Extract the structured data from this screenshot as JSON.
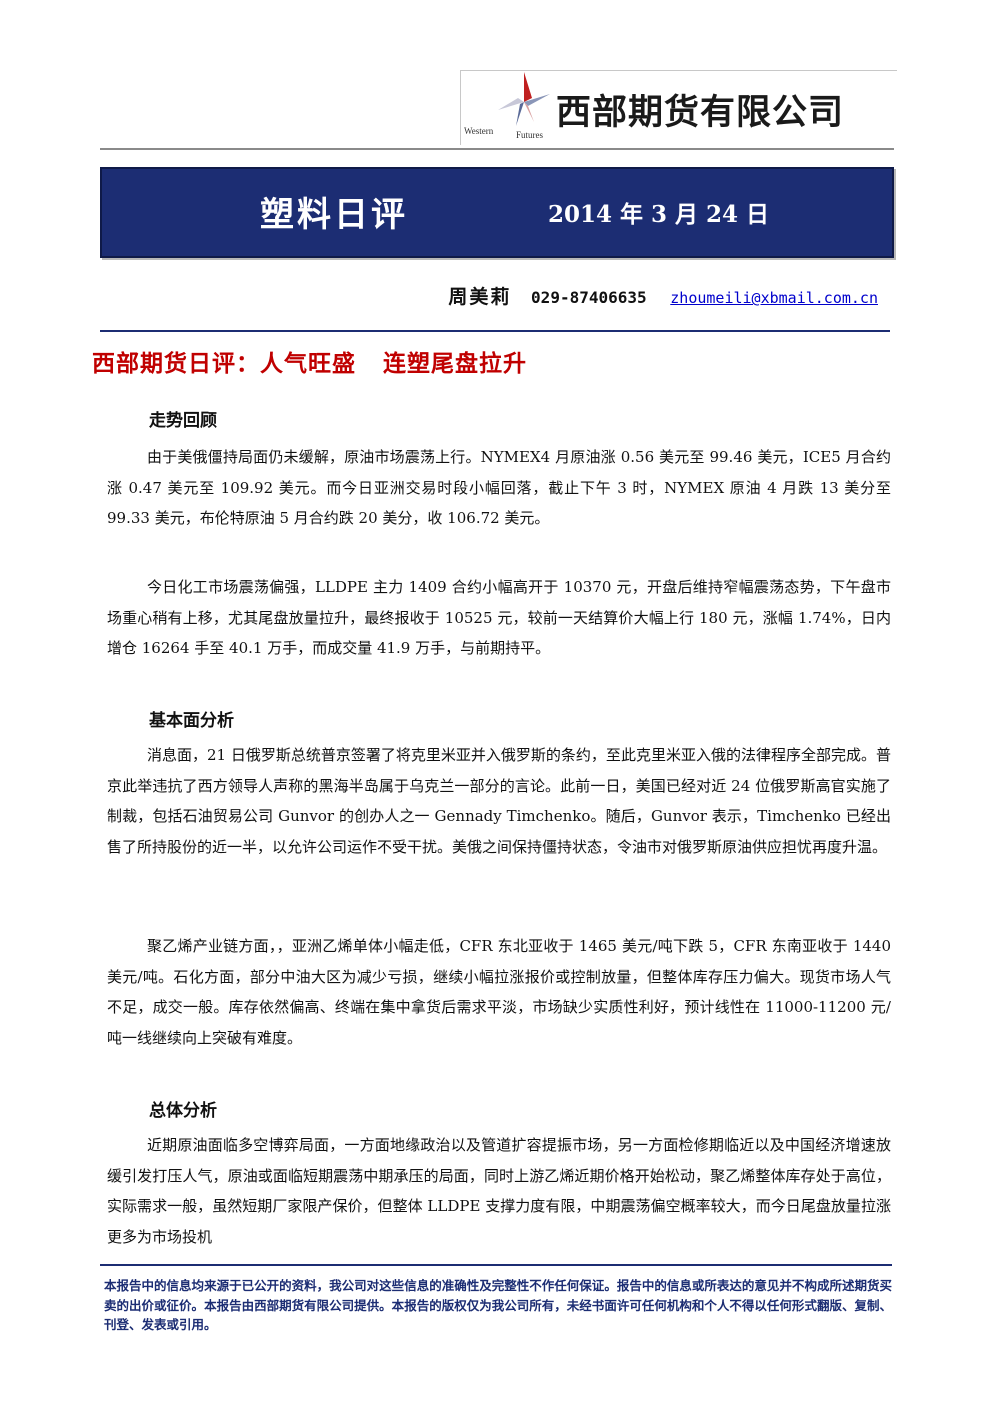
{
  "header": {
    "company_name": "西部期货有限公司",
    "logo_text_1": "Western",
    "logo_text_2": "Futures"
  },
  "banner": {
    "title": "塑料日评",
    "date": "2014 年 3 月 24 日"
  },
  "contact": {
    "name": "周美莉",
    "phone": "029-87406635",
    "email": "zhoumeili@xbmail.com.cn"
  },
  "headline": "西部期货日评：人气旺盛   连塑尾盘拉升",
  "sections": [
    {
      "title": "走势回顾",
      "paragraphs": [
        "由于美俄僵持局面仍未缓解，原油市场震荡上行。NYMEX4 月原油涨 0.56 美元至 99.46 美元，ICE5 月合约涨 0.47 美元至 109.92 美元。而今日亚洲交易时段小幅回落，截止下午 3 时，NYMEX 原油 4 月跌 13 美分至 99.33 美元，布伦特原油 5 月合约跌 20 美分，收 106.72 美元。",
        "今日化工市场震荡偏强，LLDPE 主力 1409 合约小幅高开于 10370 元，开盘后维持窄幅震荡态势，下午盘市场重心稍有上移，尤其尾盘放量拉升，最终报收于 10525 元，较前一天结算价大幅上行 180 元，涨幅 1.74%，日内增仓 16264 手至 40.1 万手，而成交量 41.9 万手，与前期持平。"
      ]
    },
    {
      "title": "基本面分析",
      "paragraphs": [
        "消息面，21 日俄罗斯总统普京签署了将克里米亚并入俄罗斯的条约，至此克里米亚入俄的法律程序全部完成。普京此举违抗了西方领导人声称的黑海半岛属于乌克兰一部分的言论。此前一日，美国已经对近 24 位俄罗斯高官实施了制裁，包括石油贸易公司 Gunvor 的创办人之一 Gennady Timchenko。随后，Gunvor 表示，Timchenko 已经出售了所持股份的近一半，以允许公司运作不受干扰。美俄之间保持僵持状态，令油市对俄罗斯原油供应担忧再度升温。",
        "聚乙烯产业链方面，，亚洲乙烯单体小幅走低，CFR 东北亚收于 1465 美元/吨下跌 5，CFR 东南亚收于 1440 美元/吨。石化方面，部分中油大区为减少亏损，继续小幅拉涨报价或控制放量，但整体库存压力偏大。现货市场人气不足，成交一般。库存依然偏高、终端在集中拿货后需求平淡，市场缺少实质性利好，预计线性在 11000-11200 元/吨一线继续向上突破有难度。"
      ]
    },
    {
      "title": "总体分析",
      "paragraphs": [
        "近期原油面临多空博弈局面，一方面地缘政治以及管道扩容提振市场，另一方面检修期临近以及中国经济增速放缓引发打压人气，原油或面临短期震荡中期承压的局面，同时上游乙烯近期价格开始松动，聚乙烯整体库存处于高位，实际需求一般，虽然短期厂家限产保价，但整体 LLDPE 支撑力度有限，中期震荡偏空概率较大，而今日尾盘放量拉涨更多为市场投机"
      ]
    }
  ],
  "footer": {
    "disclaimer": "本报告中的信息均来源于已公开的资料，我公司对这些信息的准确性及完整性不作任何保证。报告中的信息或所表达的意见并不构成所述期货买卖的出价或征价。本报告由西部期货有限公司提供。本报告的版权仅为我公司所有，未经书面许可任何机构和个人不得以任何形式翻版、复制、刊登、发表或引用。"
  },
  "colors": {
    "banner_bg": "#1c2d73",
    "headline": "#c00000",
    "disclaimer": "#1c2d73",
    "email_link": "#0000cc"
  }
}
